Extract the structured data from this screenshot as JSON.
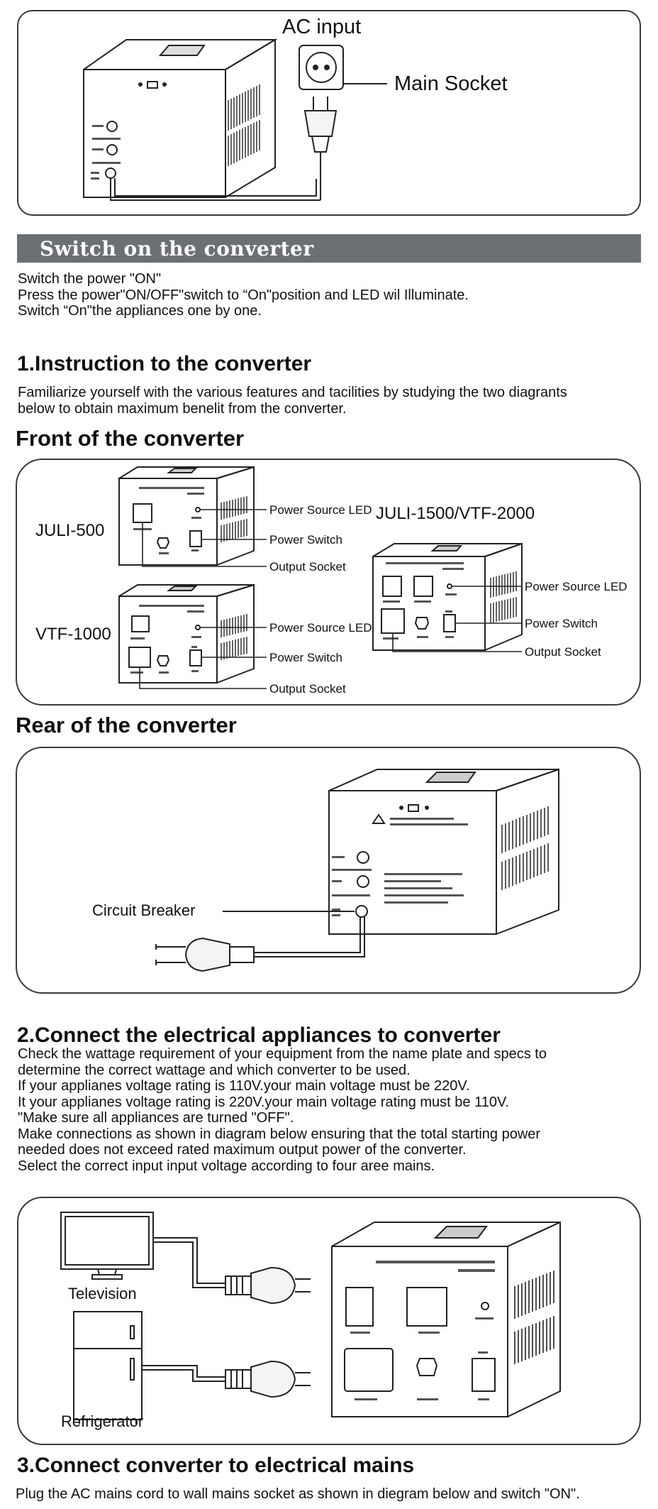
{
  "ac_input": {
    "title": "AC input",
    "main_socket_label": "Main Socket"
  },
  "switch_on": {
    "banner": "Switch on the converter",
    "lines": [
      "Switch the power \"ON\"",
      "Press the power\"ON/OFF\"switch to “On\"position and LED wil Illuminate.",
      "Switch “On\"the appliances one by one."
    ]
  },
  "instruction": {
    "heading": "1.Instruction to the converter",
    "lines": [
      "Familiarize yourself with the various features and tacilities by studying the two diagrants",
      "below to obtain maximum benelit from the converter."
    ]
  },
  "front": {
    "heading": "Front of the converter",
    "models": {
      "juli500": "JULI-500",
      "vtf1000": "VTF-1000",
      "juli1500": "JULI-1500/VTF-2000"
    },
    "labels": {
      "power_led": "Power Source LED",
      "power_switch": "Power Switch",
      "output_socket": "Output Socket"
    }
  },
  "rear": {
    "heading": "Rear of the converter",
    "circuit_breaker": "Circuit Breaker"
  },
  "connect": {
    "heading": "2.Connect the electrical appliances to converter",
    "lines": [
      "Check the wattage requirement of your equipment from the name plate and specs to",
      "determine the correct wattage and which converter to be used.",
      "If your applianes voltage rating is 110V.your main voltage must be 220V.",
      "It your applianes voltage rating is 220V.your main voltage rating must be 110V.",
      "\"Make sure all appliances are turned \"OFF\".",
      "Make connections as shown in diagram below ensuring that the total starting power",
      "needed does not exceed rated maximum output power of the converter.",
      "Select the correct input input voltage according to four aree mains."
    ],
    "television": "Television",
    "refrigerator": "Refrigerator"
  },
  "mains": {
    "heading": "3.Connect converter to electrical mains",
    "text": "Plug the AC mains cord to wall mains socket as shown in diegram below and switch \"ON\"."
  },
  "colors": {
    "banner": "#6c7075",
    "border": "#3a3a3a",
    "text": "#111111"
  }
}
